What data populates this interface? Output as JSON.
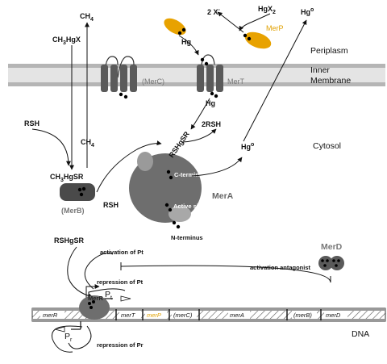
{
  "compartments": {
    "periplasm": "Periplasm",
    "inner_membrane_line1": "Inner",
    "inner_membrane_line2": "Membrane",
    "cytosol": "Cytosol",
    "dna": "DNA"
  },
  "proteins": {
    "merc": "(MerC)",
    "mert": "MerT",
    "merp": "MerP",
    "mera": "MerA",
    "merb": "(MerB)",
    "merd": "MerD",
    "merr": "MerR"
  },
  "chem": {
    "ch4_top_main": "CH",
    "ch4_top_sub": "4",
    "ch3hgx_a": "CH",
    "ch3hgx_sub": "3",
    "ch3hgx_b": "HgX",
    "hgx2_main": "HgX",
    "hgx2_sub": "2",
    "two_x": "2 X",
    "two_x_sup": "-",
    "hg0_top_main": "Hg",
    "hg0_top_sup": "o",
    "hg_merp": "Hg",
    "hg_mert": "Hg",
    "rsh_left": "RSH",
    "ch4_mid_main": "CH",
    "ch4_mid_sub": "4",
    "ch3hgsr_a": "CH",
    "ch3hgsr_sub": "3",
    "ch3hgsr_b": "HgSR",
    "rsh_merb": "RSH",
    "two_rsh": "2RSH",
    "rshgsr_mera": "RSHgSR",
    "hg0_mid_main": "Hg",
    "hg0_mid_sup": "o",
    "rshgsr_bottom": "RSHgSR"
  },
  "domains": {
    "c_terminus": "C-terminus",
    "active_site": "Active site",
    "n_terminus": "N-terminus"
  },
  "regulation": {
    "activation_pt": "activation of Pt",
    "repression_pt": "repression of Pt",
    "activation_antagonist": "activation antagonist",
    "repression_pr": "repression of Pr",
    "pt_main": "P",
    "pt_sub": "t",
    "pr_main": "P",
    "pr_sub": "r"
  },
  "genes": [
    "merR",
    "merT",
    "merP",
    "(merC)",
    "merA",
    "(merB)",
    "merD"
  ],
  "colors": {
    "protein_dark": "#4a4a4a",
    "protein_mid": "#6e6e6e",
    "membrane": "#bdbdbd",
    "merp_orange": "#e8a200",
    "dot": "#000000"
  }
}
